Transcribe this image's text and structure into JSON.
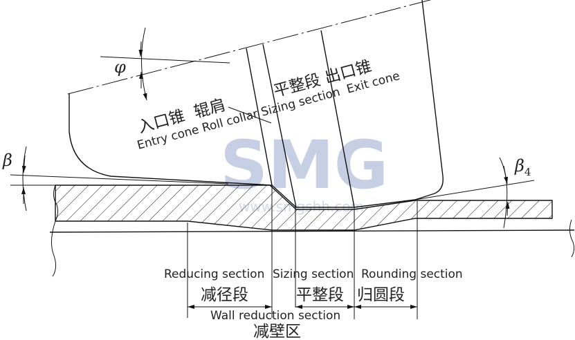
{
  "watermark": {
    "logo": "SMG",
    "url": "www.smgshh.com",
    "color": "#9aa9cf"
  },
  "angles": {
    "phi": "φ",
    "beta": "β",
    "beta4": "β",
    "beta4_sub": "4"
  },
  "roll_labels": {
    "cn_left": "入口锥  辊肩",
    "cn_right": "平整段 出口锥",
    "en": "Entry cone Roll collar Sizing section  Exit cone"
  },
  "sections": {
    "reducing_en": "Reducing section",
    "sizing_en": "Sizing section",
    "rounding_en": "Rounding section",
    "reducing_cn": "减径段",
    "sizing_cn": "平整段",
    "rounding_cn": "归圆段",
    "wall_reduction_en": "Wall reduction section",
    "wall_reduction_cn": "减壁区"
  }
}
